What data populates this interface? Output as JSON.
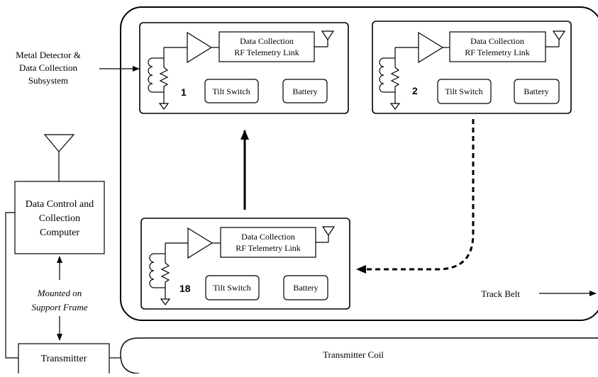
{
  "subsystem_label": [
    "Metal Detector  &",
    "Data Collection",
    "Subsystem"
  ],
  "modules": [
    {
      "number": "1",
      "data_collection": "Data Collection",
      "rf_link": "RF Telemetry Link",
      "tilt_switch": "Tilt Switch",
      "battery": "Battery"
    },
    {
      "number": "2",
      "data_collection": "Data Collection",
      "rf_link": "RF Telemetry Link",
      "tilt_switch": "Tilt Switch",
      "battery": "Battery"
    },
    {
      "number": "18",
      "data_collection": "Data Collection",
      "rf_link": "RF Telemetry Link",
      "tilt_switch": "Tilt Switch",
      "battery": "Battery"
    }
  ],
  "computer": [
    "Data Control and",
    "Collection",
    "Computer"
  ],
  "mounted": [
    "Mounted on",
    "Support Frame"
  ],
  "transmitter": "Transmitter",
  "transmitter_coil": "Transmitter Coil",
  "track_belt": "Track Belt"
}
